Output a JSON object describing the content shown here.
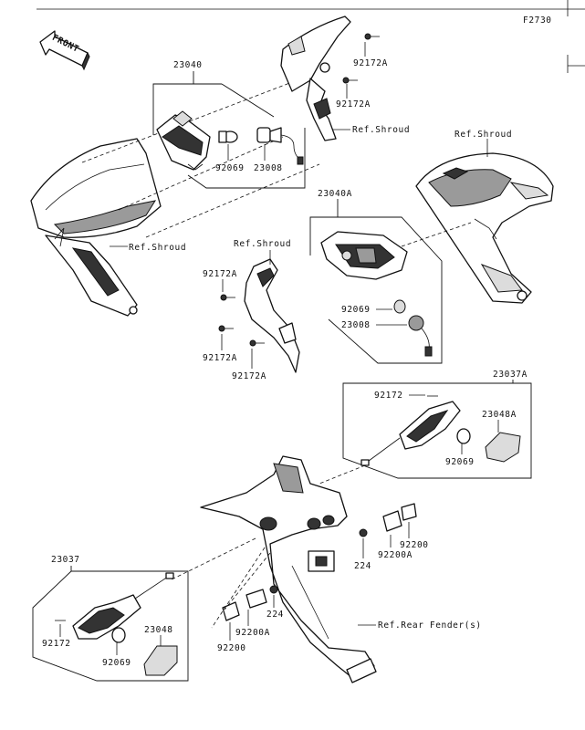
{
  "figure_code": "F2730",
  "front_label": "FRONT",
  "labels": {
    "p23040": "23040",
    "p92172A_1": "92172A",
    "p92172A_2": "92172A",
    "ref_shroud_1": "Ref.Shroud",
    "ref_shroud_2": "Ref.Shroud",
    "ref_shroud_3": "Ref.Shroud",
    "ref_shroud_4": "Ref.Shroud",
    "p92069_1": "92069",
    "p23008_1": "23008",
    "p23040A": "23040A",
    "p92172A_3": "92172A",
    "p92069_2": "92069",
    "p23008_2": "23008",
    "p92172A_4": "92172A",
    "p92172A_5": "92172A",
    "p23037A": "23037A",
    "p92172_1": "92172",
    "p23048A": "23048A",
    "p92069_3": "92069",
    "p23037": "23037",
    "p92200_1": "92200",
    "p92200A_1": "92200A",
    "p224_1": "224",
    "ref_rear_fender": "Ref.Rear Fender(s)",
    "p224_2": "224",
    "p92200A_2": "92200A",
    "p92200_2": "92200",
    "p92172_2": "92172",
    "p23048": "23048",
    "p92069_4": "92069"
  }
}
